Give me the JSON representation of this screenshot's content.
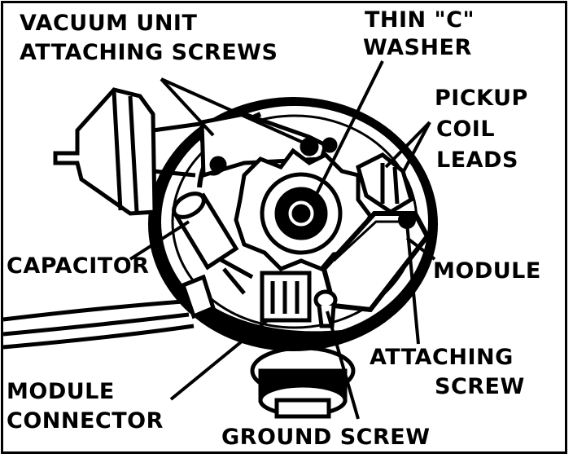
{
  "labels": {
    "vacuum_unit_screws": [
      "VACUUM UNIT",
      "ATTACHING SCREWS"
    ],
    "thin_c_washer": [
      "THIN \"C\"",
      "WASHER"
    ],
    "pickup_coil_leads": [
      "PICKUP",
      "COIL",
      "LEADS"
    ],
    "capacitor": "CAPACITOR",
    "module": "MODULE",
    "attaching_screw": [
      "ATTACHING",
      "SCREW"
    ],
    "module_connector": [
      "MODULE",
      "CONNECTOR"
    ],
    "ground_screw": "GROUND SCREW"
  },
  "colors": {
    "ink": "#000000",
    "paper": "#ffffff"
  }
}
